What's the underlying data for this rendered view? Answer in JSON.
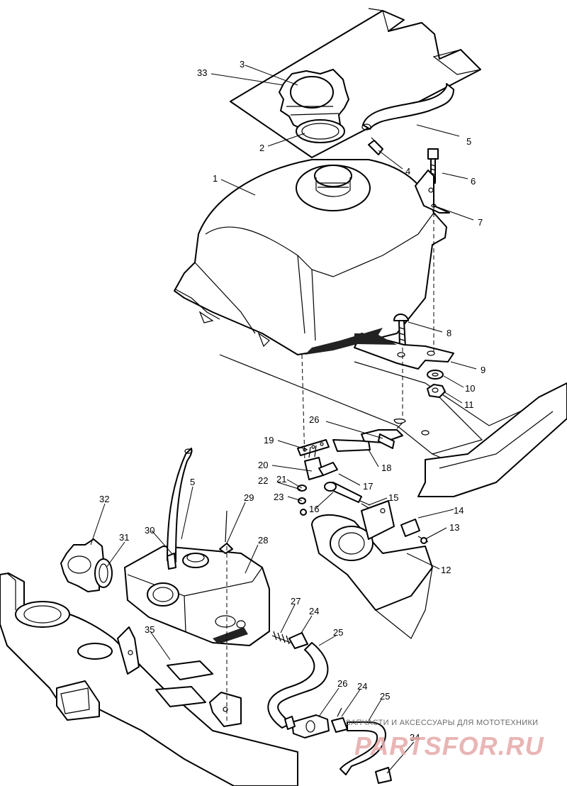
{
  "diagram": {
    "callouts": [
      "1",
      "2",
      "3",
      "4",
      "5",
      "6",
      "7",
      "8",
      "9",
      "10",
      "11",
      "12",
      "13",
      "14",
      "15",
      "16",
      "17",
      "18",
      "19",
      "20",
      "21",
      "22",
      "23",
      "24",
      "25",
      "26",
      "27",
      "28",
      "29",
      "30",
      "31",
      "32",
      "33",
      "34",
      "35"
    ],
    "extra_callouts": {
      "5b": "5",
      "24b": "24",
      "25b": "25",
      "26b": "26"
    }
  },
  "watermark": {
    "caption": "ЗАПЧАСТИ И АКСЕССУАРЫ ДЛЯ МОТОТЕХНИКИ",
    "logo": "PARTSFOR.RU",
    "logo_color": "#e6a9a9"
  },
  "colors": {
    "line": "#000000",
    "background": "#ffffff"
  }
}
